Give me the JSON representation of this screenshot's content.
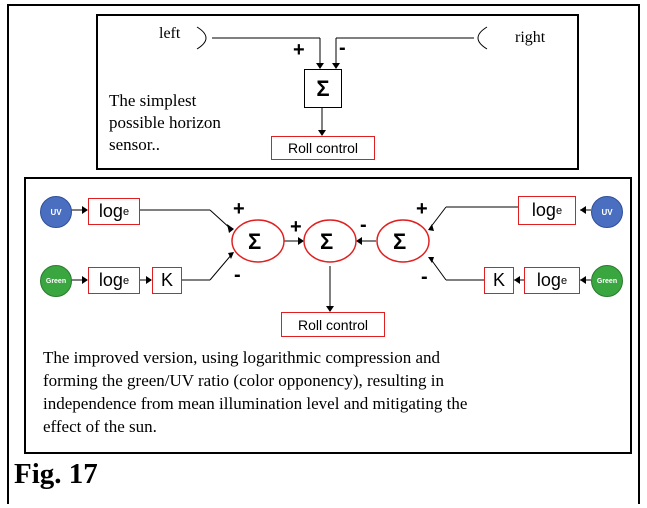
{
  "top_panel": {
    "left_label": "left",
    "right_label": "right",
    "plus": "+",
    "minus": "-",
    "sigma": "Σ",
    "output_label": "Roll control",
    "caption_lines": [
      "The simplest",
      "possible horizon",
      "sensor.."
    ]
  },
  "bottom_panel": {
    "uv_label": "UV",
    "green_label": "Green",
    "log_label": "log",
    "log_sub": "e",
    "k_label": "K",
    "sigma": "Σ",
    "plus": "+",
    "minus": "-",
    "output_label": "Roll control",
    "caption_lines": [
      "The improved version, using logarithmic compression and",
      "forming the green/UV ratio (color opponency), resulting in",
      "independence from mean illumination level and mitigating the",
      "effect of the sun."
    ]
  },
  "figure_label": "Fig. 17",
  "colors": {
    "uv_fill": "#4a6fc0",
    "green_fill": "#3aa640",
    "box_border": "#e02020"
  }
}
